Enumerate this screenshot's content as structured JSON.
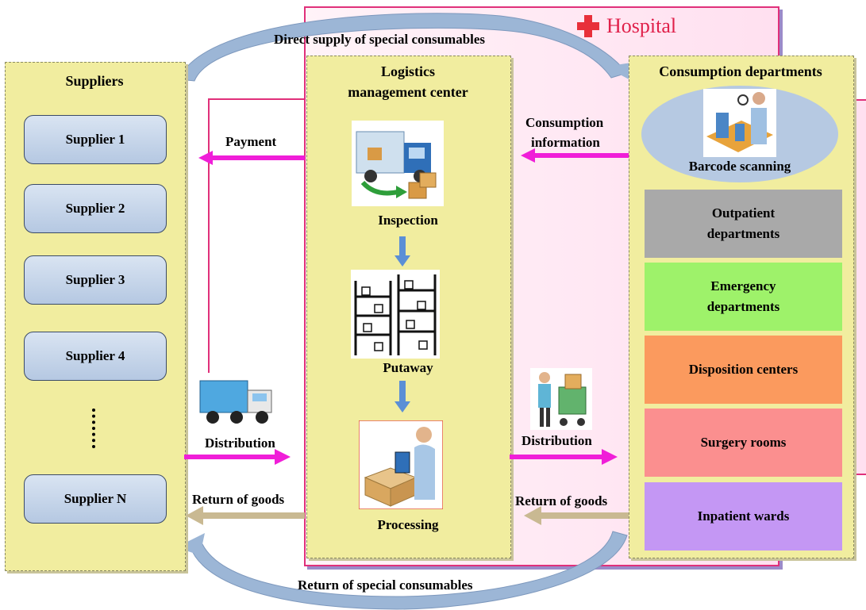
{
  "hospital": {
    "label": "Hospital",
    "cross_color": "#e8303a"
  },
  "arcs": {
    "top_label": "Direct supply of special consumables",
    "bottom_label": "Return of special consumables"
  },
  "suppliers": {
    "title": "Suppliers",
    "items": [
      "Supplier 1",
      "Supplier 2",
      "Supplier 3",
      "Supplier 4",
      "Supplier N"
    ],
    "ellipsis": "⋮"
  },
  "logistics": {
    "title_line1": "Logistics",
    "title_line2": "management  center",
    "steps": [
      "Inspection",
      "Putaway",
      "Processing"
    ]
  },
  "consumption": {
    "title": "Consumption departments",
    "scanning": "Barcode scanning",
    "departments": [
      {
        "name": "Outpatient departments",
        "color": "#a9a9a9"
      },
      {
        "name": "Emergency departments",
        "color": "#9ef26a"
      },
      {
        "name": "Disposition centers",
        "color": "#fb9a5e"
      },
      {
        "name": "Surgery rooms",
        "color": "#fb8f8f"
      },
      {
        "name": "Inpatient wards",
        "color": "#c497f4"
      }
    ]
  },
  "flows": {
    "payment": "Payment",
    "consumption_info_line1": "Consumption",
    "consumption_info_line2": "information",
    "distribution_left": "Distribution",
    "distribution_right": "Distribution",
    "return_left": "Return of goods",
    "return_right": "Return of goods"
  },
  "colors": {
    "magenta_arrow": "#f01ed8",
    "tan_arrow": "#c9b992",
    "blue_arrow": "#5b8fd6",
    "arc_fill": "#9cb6d6"
  }
}
